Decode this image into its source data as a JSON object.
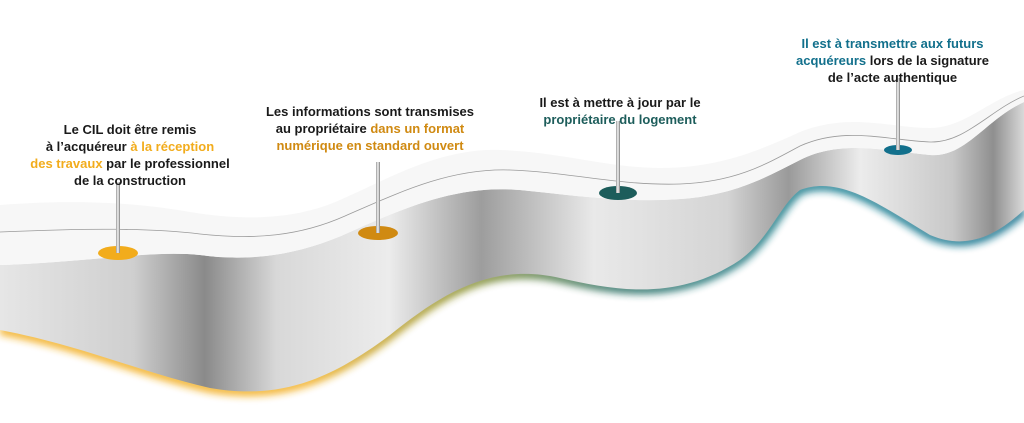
{
  "colors": {
    "gold": "#f2ac1c",
    "ochre": "#d08a12",
    "teal": "#1d5d5b",
    "blue": "#12708c"
  },
  "steps": [
    {
      "parts": [
        {
          "text": "Le CIL doit être remis\nà l’acquéreur ",
          "accent": false
        },
        {
          "text": "à la réception\ndes travaux",
          "accent": true
        },
        {
          "text": " par le professionnel\nde la construction",
          "accent": false
        }
      ],
      "pin_color": "gold"
    },
    {
      "parts": [
        {
          "text": "Les informations sont transmises\nau propriétaire ",
          "accent": false
        },
        {
          "text": "dans un format\nnumérique en standard ouvert",
          "accent": true
        }
      ],
      "pin_color": "ochre"
    },
    {
      "parts": [
        {
          "text": "Il est à mettre à jour par le\n",
          "accent": false
        },
        {
          "text": "propriétaire du logement",
          "accent": true
        }
      ],
      "pin_color": "teal"
    },
    {
      "parts": [
        {
          "text": "Il est à transmettre aux futurs\nacquéreurs",
          "accent": true
        },
        {
          "text": " lors de la signature\nde l’acte authentique",
          "accent": false
        }
      ],
      "pin_color": "blue"
    }
  ]
}
